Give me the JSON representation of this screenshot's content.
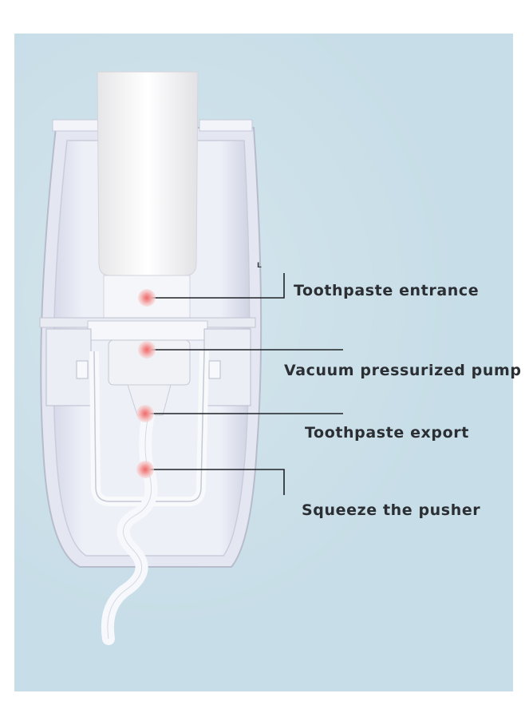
{
  "callouts": [
    {
      "label": "Toothpaste entrance"
    },
    {
      "label": "Vacuum pressurized pump"
    },
    {
      "label": "Toothpaste export"
    },
    {
      "label": "Squeeze the pusher"
    }
  ],
  "corner_mark": "L",
  "colors": {
    "background": "#c7dde7",
    "housing": "#e9ebf4",
    "callout_line": "#1e2226",
    "marker": "#e88a8a"
  }
}
